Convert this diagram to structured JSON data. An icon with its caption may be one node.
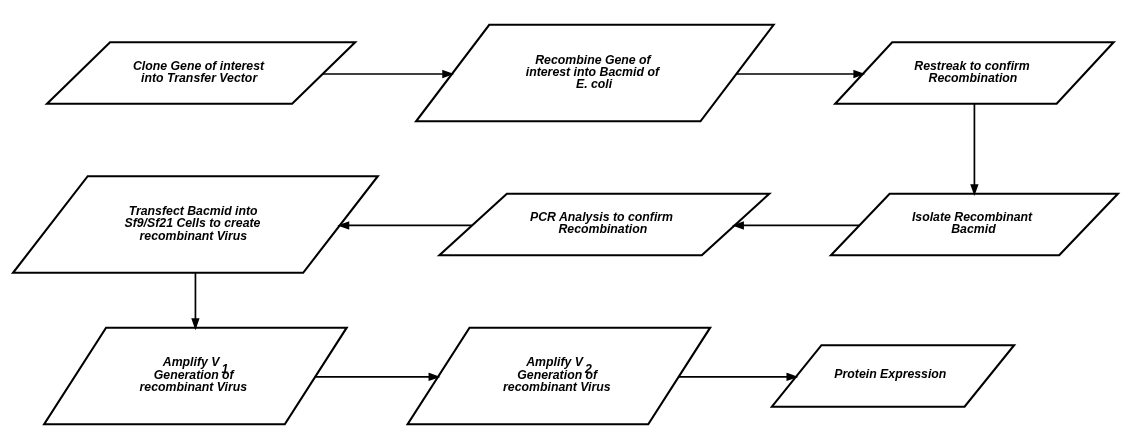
{
  "diagram": {
    "nodes": [
      {
        "text": [
          "Clone Gene of interest into Transfer Vector"
        ]
      },
      {
        "text": [
          "Recombine Gene of interest into Bacmid of E. coli"
        ]
      },
      {
        "text": [
          "Restreak to confirm Recombination"
        ]
      },
      {
        "text": [
          "Transfect Bacmid into Sf9/Sf21 Cells to create recombinant Virus"
        ]
      },
      {
        "text": [
          "PCR Analysis to confirm Recombination"
        ]
      },
      {
        "text": [
          "Isolate Recombinant Bacmid"
        ]
      },
      {
        "text": [
          "Amplify V$_{1}$ Generation of recombinant Virus"
        ]
      },
      {
        "text": [
          "Amplify V$_{2}$ Generation of recombinant Virus"
        ]
      },
      {
        "text": [
          "Protein Expression"
        ]
      }
    ],
    "edges": [
      {
        "from": 0,
        "to": 1,
        "arrow": "to"
      },
      {
        "from": 1,
        "to": 2,
        "arrow": "to"
      },
      {
        "from": 2,
        "to": 5,
        "arrow": "to"
      },
      {
        "from": 5,
        "to": 4,
        "arrow": "to"
      },
      {
        "from": 4,
        "to": 3,
        "arrow": "to"
      },
      {
        "from": 3,
        "to": 6,
        "arrow": "to"
      },
      {
        "from": 6,
        "to": 7,
        "arrow": "to"
      },
      {
        "from": 7,
        "to": 8,
        "arrow": "to"
      }
    ]
  }
}
